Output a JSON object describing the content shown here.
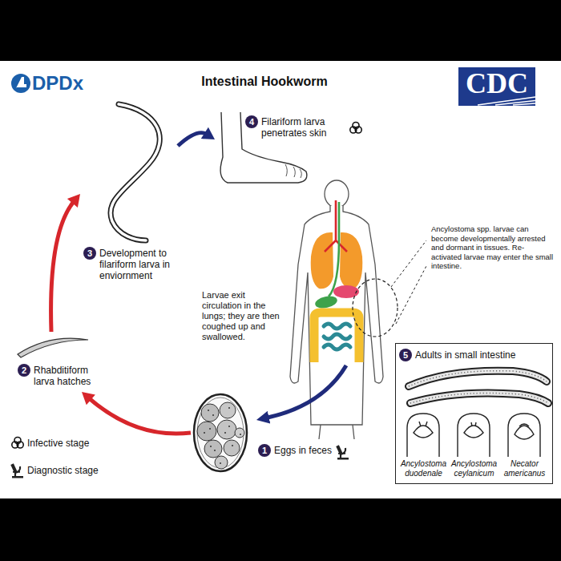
{
  "diagram": {
    "title": "Intestinal Hookworm",
    "nodes": [
      {
        "text": [
          "1",
          "Eggs in feces"
        ]
      },
      {
        "text": [
          "2",
          "Rhabditiform larva hatches"
        ]
      },
      {
        "text": [
          "3",
          "Development to filariform larva in enviornment"
        ]
      },
      {
        "text": [
          "4",
          "Filariform larva penetrates skin"
        ]
      },
      {
        "text": [
          "5",
          "Adults in small intestine",
          "Ancylostoma duodenale",
          "Ancylostoma ceylanicum",
          "Necator americanus"
        ]
      }
    ],
    "edges": [
      {
        "from": 0,
        "to": 1,
        "arrow": "to"
      },
      {
        "from": 1,
        "to": 2,
        "arrow": "to"
      },
      {
        "from": 2,
        "to": 3,
        "arrow": "to"
      }
    ],
    "labels": [
      "DPDx",
      "CDC",
      "Larvae exit circulation in the lungs; they are then coughed up and swallowed.",
      "Ancylostoma spp. larvae can become developmentally arrested and dormant in tissues. Re-activated larvae may enter the small intestine."
    ],
    "legend": [
      {
        "text": "Infective stage"
      },
      {
        "text": "Diagnostic stage"
      }
    ]
  }
}
